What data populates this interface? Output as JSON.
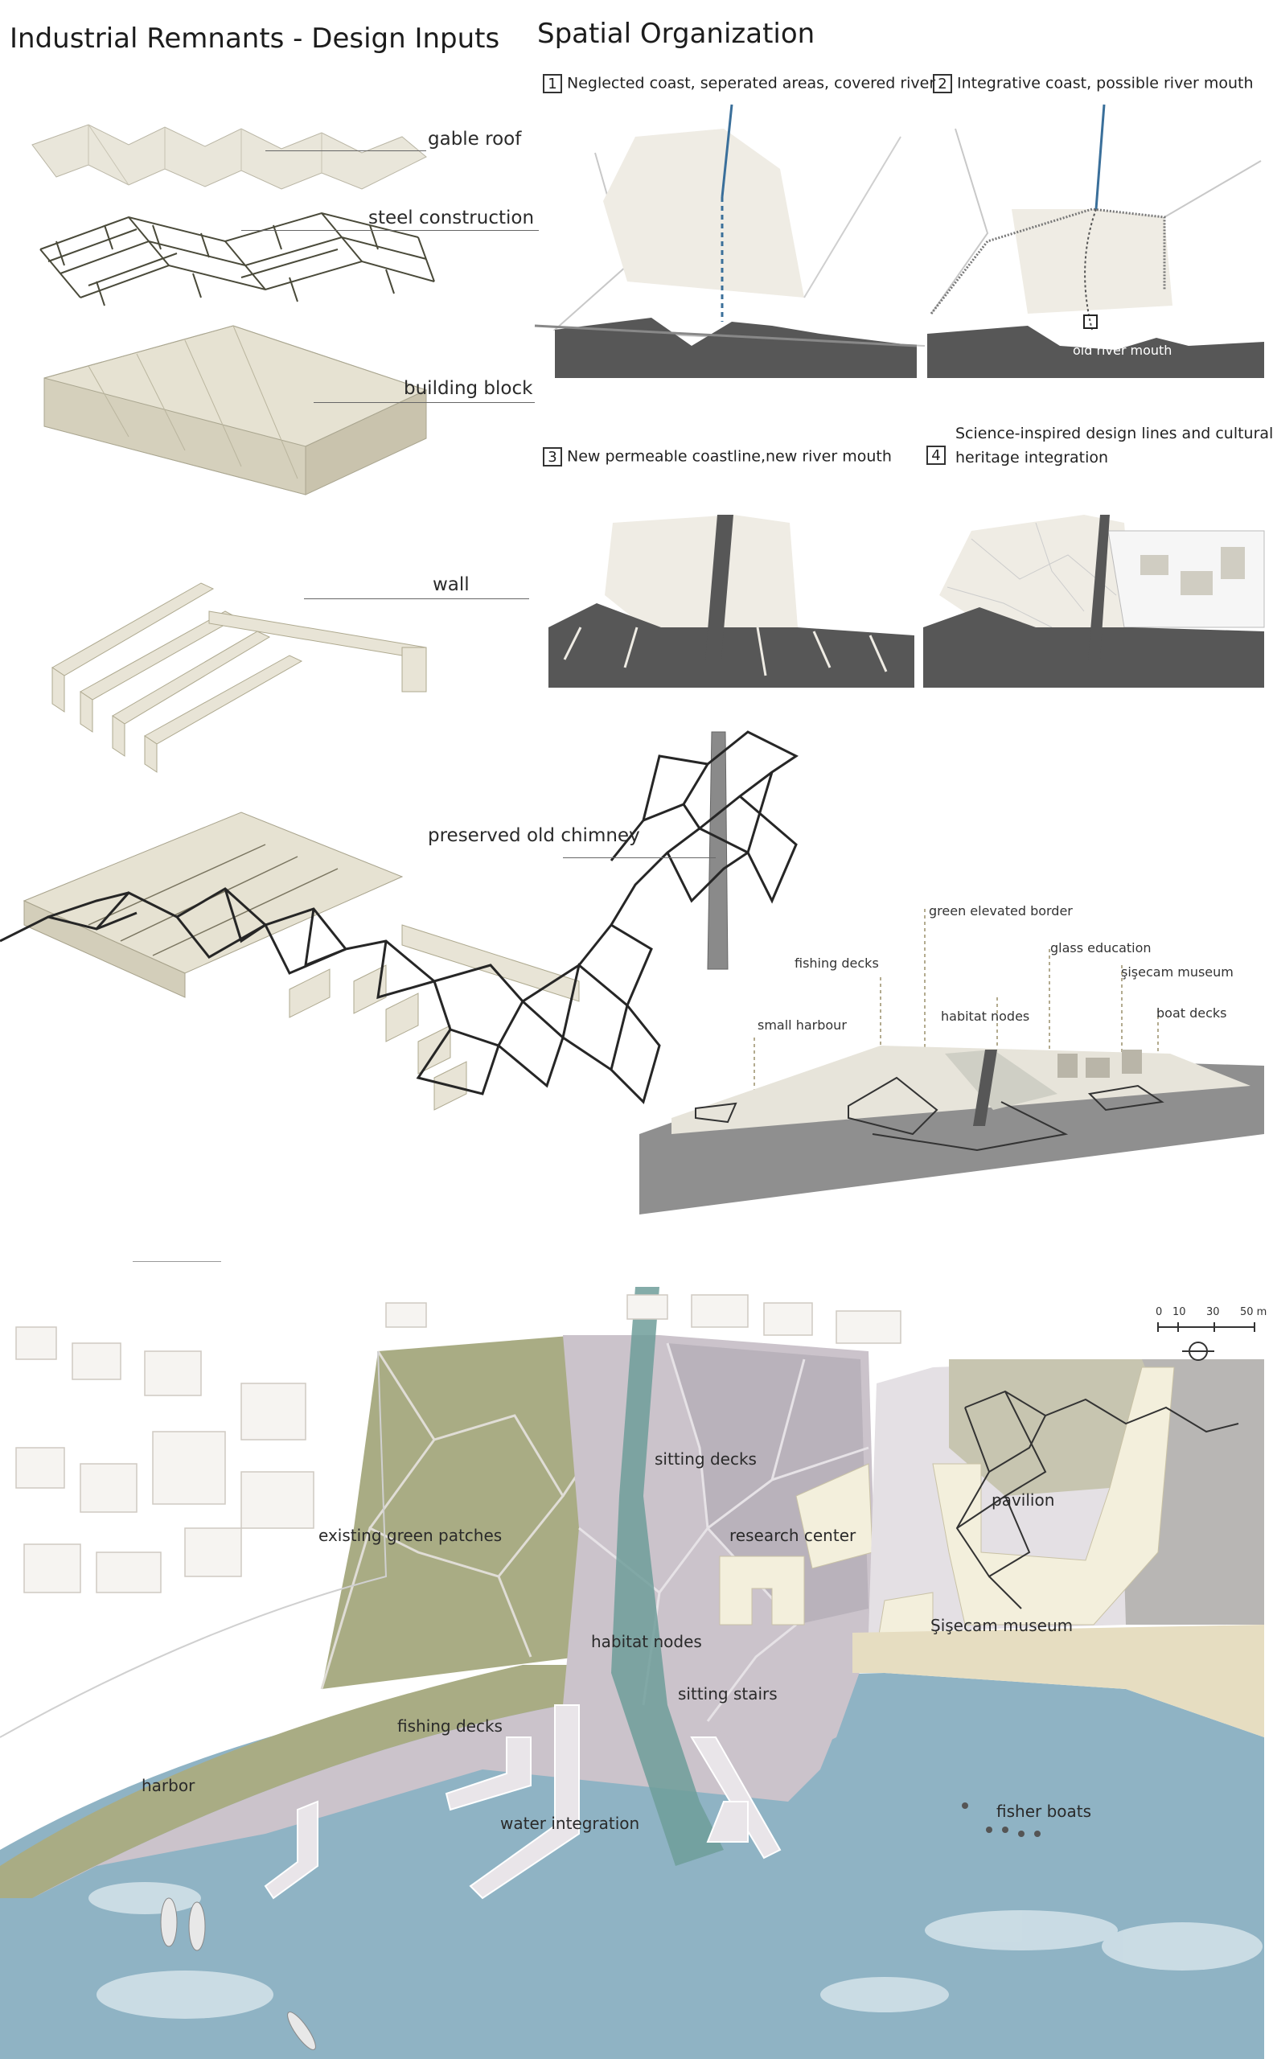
{
  "headings": {
    "left": "Industrial Remnants - Design Inputs",
    "right": "Spatial Organization"
  },
  "layers": {
    "gable_roof": "gable roof",
    "steel": "steel construction",
    "block": "building block",
    "wall": "wall",
    "chimney": "preserved old chimney"
  },
  "steps": [
    {
      "num": "1",
      "text": "Neglected coast, seperated areas, covered river"
    },
    {
      "num": "2",
      "text": "Integrative coast, possible river mouth",
      "note": "old river mouth"
    },
    {
      "num": "3",
      "text": "New permeable coastline,new river mouth"
    },
    {
      "num": "4",
      "text": "Science-inspired design lines and cultural",
      "text2": "heritage integration"
    }
  ],
  "axo_labels": {
    "green_border": "green elevated border",
    "glass_edu": "glass education",
    "fishing_decks": "fishing decks",
    "museum": "şişecam museum",
    "habitat": "habitat nodes",
    "boat_decks": "boat decks",
    "harbour": "small harbour"
  },
  "plan_labels": {
    "sitting_decks": "sitting decks",
    "research": "research center",
    "pavilion": "pavilion",
    "green_patches": "existing green patches",
    "museum": "Şişecam museum",
    "habitat": "habitat nodes",
    "sitting_stairs": "sitting stairs",
    "fishing_decks": "fishing decks",
    "harbor": "harbor",
    "water": "water integration",
    "fisher_boats": "fisher boats"
  },
  "scale": {
    "s0": "0",
    "s1": "10",
    "s2": "30",
    "s3": "50 m"
  },
  "colors": {
    "water_dark": "#575757",
    "land_light": "#efece4",
    "sea": "#8fb3c4",
    "green": "#a9ac84",
    "paving": "#cbc3cb",
    "cream": "#f3efdc"
  }
}
